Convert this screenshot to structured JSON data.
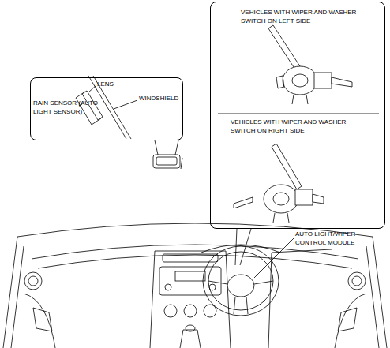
{
  "diagram": {
    "nodes": [
      {
        "text": [
          "LENS",
          "RAIN SENSOR (AUTO LIGHT SENSOR)",
          "WINDSHIELD"
        ]
      },
      {
        "text": [
          "VEHICLES WITH WIPER AND WASHER SWITCH ON LEFT SIDE",
          "VEHICLES WITH WIPER AND WASHER SWITCH ON RIGHT SIDE"
        ]
      }
    ],
    "labels": [
      "AUTO LIGHT/WIPER CONTROL MODULE"
    ]
  }
}
